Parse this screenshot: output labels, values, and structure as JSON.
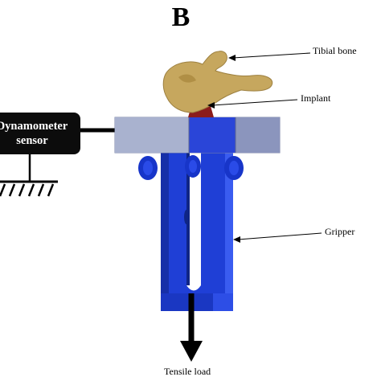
{
  "panel_label": "B",
  "sensor": {
    "line1": "Dynamometer",
    "line2": "sensor"
  },
  "labels": {
    "tibial_bone": "Tibial bone",
    "implant": "Implant",
    "gripper": "Gripper",
    "tensile_load": "Tensile load"
  },
  "colors": {
    "bone": "#c6a75e",
    "gripper_blue": "#1f3fd6",
    "plate": "#9ea8c8",
    "implant": "#8b1c1c",
    "sensor_fill": "#0c0c0c"
  }
}
